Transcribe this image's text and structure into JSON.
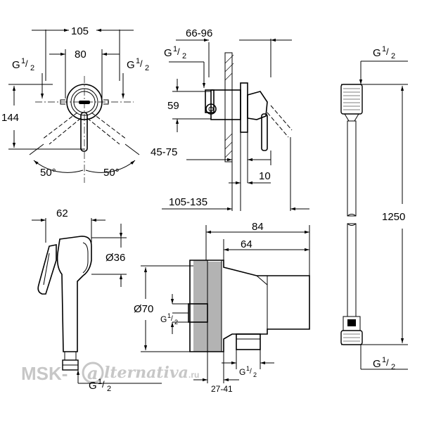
{
  "labels": {
    "top_left": {
      "width_outer": "105",
      "width_inner": "80",
      "height": "144",
      "angle_left": "50°",
      "angle_right": "50°",
      "thread_left": "G",
      "thread_right": "G"
    },
    "top_middle": {
      "depth_range": "66-96",
      "thread": "G",
      "height": "59",
      "wall_range": "45-75",
      "plate": "10",
      "total_range": "105-135"
    },
    "hose": {
      "thread_top": "G",
      "thread_bottom": "G",
      "length": "1250"
    },
    "spray": {
      "length": "62",
      "diameter": "Ø36",
      "thread": "G"
    },
    "connector": {
      "length_total": "84",
      "length_inner": "64",
      "diameter": "Ø70",
      "thread_left": "G",
      "thread_bottom": "G",
      "wall_range": "27-41"
    },
    "thread_fraction": {
      "num": "1",
      "den": "2"
    }
  },
  "watermark": {
    "left": "MSK-",
    "right": "lternativa",
    "suffix": ".ru",
    "at": "a"
  }
}
